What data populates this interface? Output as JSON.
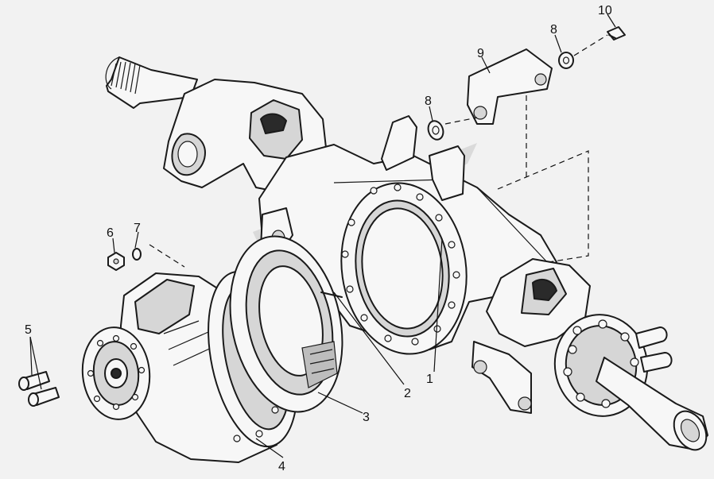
{
  "diagram": {
    "callouts": [
      {
        "id": "c1",
        "text": "1"
      },
      {
        "id": "c2",
        "text": "2"
      },
      {
        "id": "c3",
        "text": "3"
      },
      {
        "id": "c4",
        "text": "4"
      },
      {
        "id": "c5",
        "text": "5"
      },
      {
        "id": "c6",
        "text": "6"
      },
      {
        "id": "c7",
        "text": "7"
      },
      {
        "id": "c8a",
        "text": "8"
      },
      {
        "id": "c8b",
        "text": "8"
      },
      {
        "id": "c9",
        "text": "9"
      },
      {
        "id": "c10",
        "text": "10"
      }
    ],
    "colors": {
      "background": "#f2f2f2",
      "ink": "#1a1a1a",
      "watermark": "#c7c7c7"
    }
  }
}
